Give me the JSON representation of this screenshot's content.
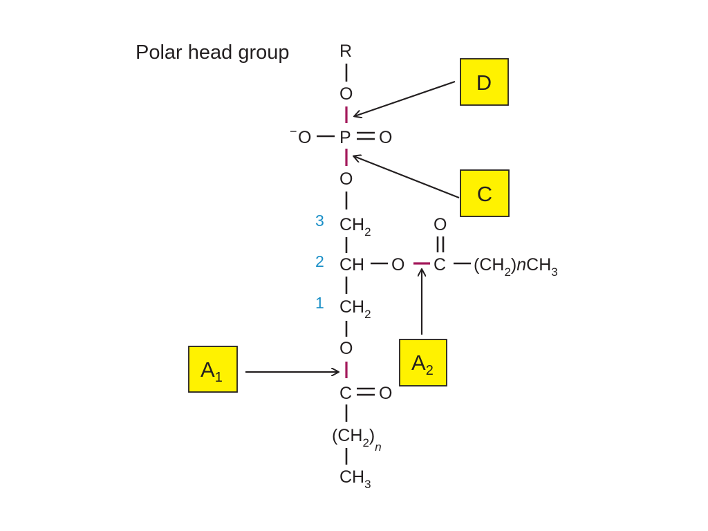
{
  "title": "Polar head group",
  "atoms": {
    "r": "R",
    "o_top": "O",
    "o_neg": "O",
    "o_neg_charge": "−",
    "p": "P",
    "o_double": "O",
    "o_mid": "O",
    "ch2": "CH",
    "ch2_sub": "2",
    "ch": "CH",
    "o_ester2": "O",
    "c_ester2": "C",
    "o_carbonyl2": "O",
    "chain2_open": "(CH",
    "chain2_sub": "2",
    "chain2_close": ")",
    "chain2_n": "n",
    "chain2_ch3": "CH",
    "chain2_ch3_sub": "3",
    "ch2_c1": "CH",
    "ch2_c1_sub": "2",
    "o_ester1": "O",
    "c_ester1": "C",
    "o_carbonyl1": "O",
    "chain1_open": "(CH",
    "chain1_sub": "2",
    "chain1_close": ")",
    "chain1_n": "n",
    "chain1_ch3": "CH",
    "chain1_ch3_sub": "3"
  },
  "carbon_numbers": [
    "3",
    "2",
    "1"
  ],
  "labels": {
    "d": "D",
    "c": "C",
    "a1": "A",
    "a1_sub": "1",
    "a2": "A",
    "a2_sub": "2"
  },
  "colors": {
    "label_fill": "#fff200",
    "cleavage_bond": "#a3195b",
    "carbon_number": "#1a8fc7",
    "ink": "#231f20"
  }
}
